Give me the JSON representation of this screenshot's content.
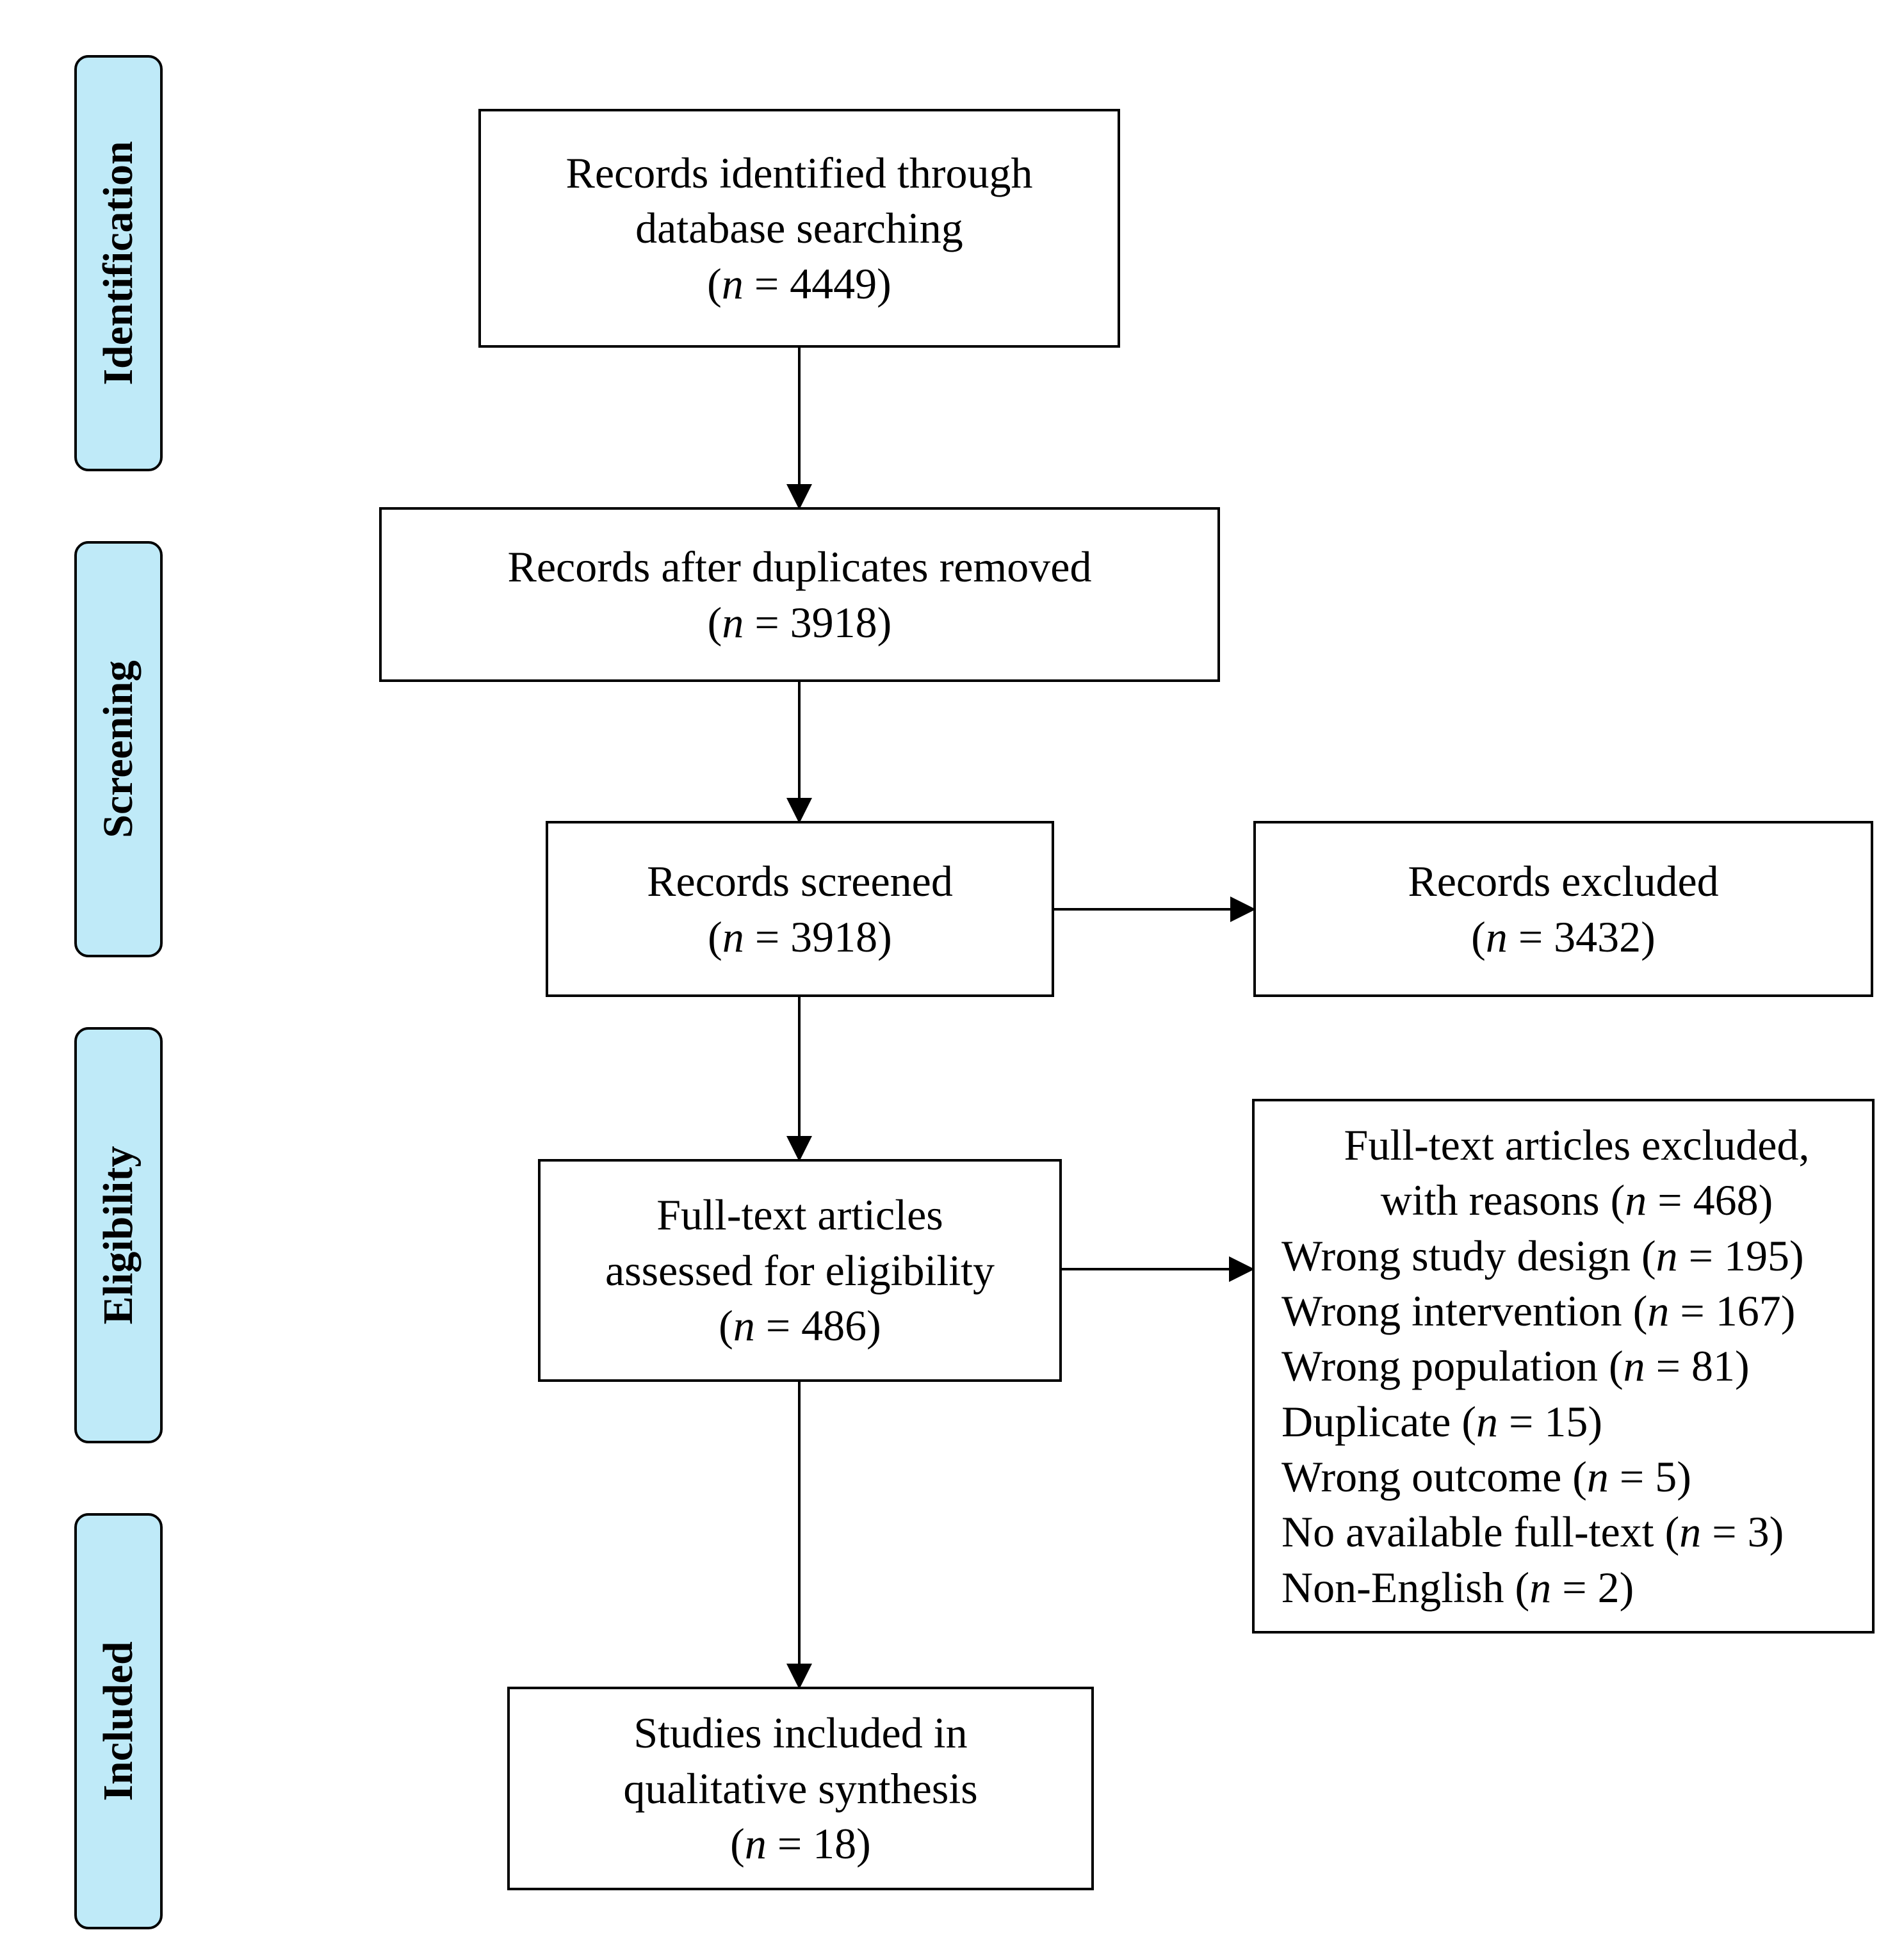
{
  "stages": {
    "identification": "Identification",
    "screening": "Screening",
    "eligibility": "Eligibility",
    "included": "Included"
  },
  "boxes": {
    "identified": {
      "line1": "Records identified through",
      "line2": "database searching",
      "n_value": "4449"
    },
    "after_duplicates": {
      "line1": "Records after duplicates removed",
      "n_value": "3918"
    },
    "screened": {
      "line1": "Records screened",
      "n_value": "3918"
    },
    "records_excluded": {
      "line1": "Records excluded",
      "n_value": "3432"
    },
    "fulltext_assessed": {
      "line1": "Full-text articles",
      "line2": "assessed for eligibility",
      "n_value": "486"
    },
    "fulltext_excluded": {
      "line1": "Full-text articles excluded,",
      "line2": "with reasons",
      "n_value": "468",
      "reasons": [
        {
          "label": "Wrong study design",
          "n": "195"
        },
        {
          "label": "Wrong intervention",
          "n": "167"
        },
        {
          "label": "Wrong population",
          "n": "81"
        },
        {
          "label": "Duplicate",
          "n": "15"
        },
        {
          "label": "Wrong outcome",
          "n": "5"
        },
        {
          "label": "No available full-text",
          "n": "3"
        },
        {
          "label": "Non-English",
          "n": "2"
        }
      ]
    },
    "included": {
      "line1": "Studies included in",
      "line2": "qualitative synthesis",
      "n_value": "18"
    }
  },
  "n_symbol": "n"
}
